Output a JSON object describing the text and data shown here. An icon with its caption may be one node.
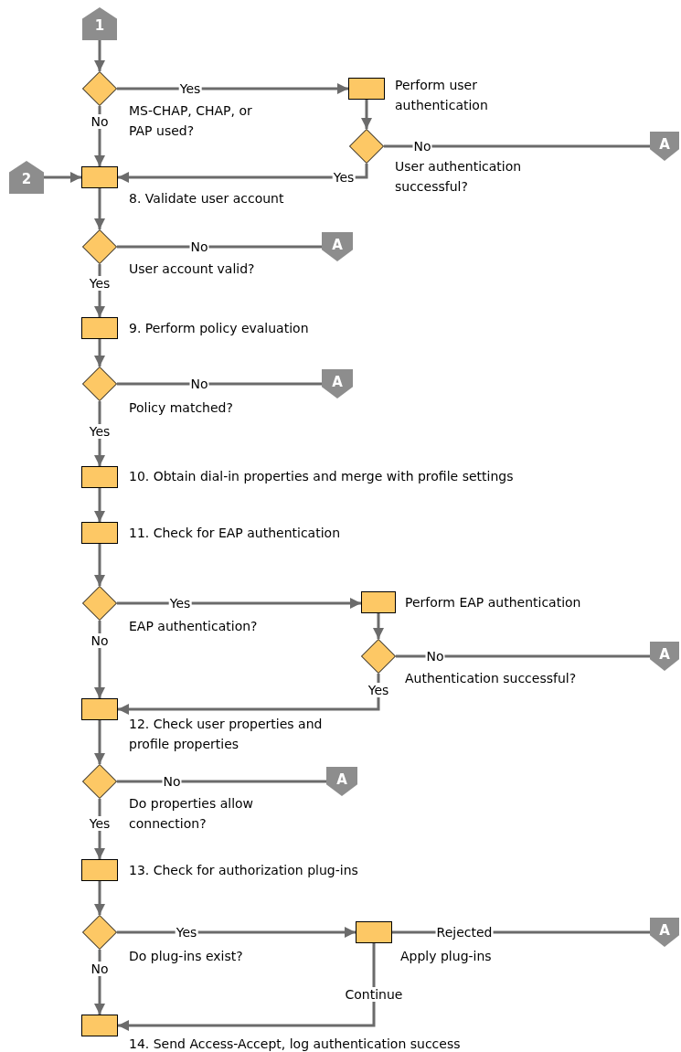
{
  "diagram": {
    "nodes": [
      {
        "text": [
          "1"
        ]
      },
      {
        "text": [
          "MS-CHAP, CHAP, or PAP used?"
        ]
      },
      {
        "text": [
          "Perform user authentication"
        ]
      },
      {
        "text": [
          "User authentication successful?"
        ]
      },
      {
        "text": [
          "A"
        ]
      },
      {
        "text": [
          "2"
        ]
      },
      {
        "text": [
          "8. Validate user account"
        ]
      },
      {
        "text": [
          "User account valid?"
        ]
      },
      {
        "text": [
          "A"
        ]
      },
      {
        "text": [
          "9. Perform policy evaluation"
        ]
      },
      {
        "text": [
          "Policy matched?"
        ]
      },
      {
        "text": [
          "A"
        ]
      },
      {
        "text": [
          "10. Obtain dial-in properties and merge with profile settings"
        ]
      },
      {
        "text": [
          "11. Check for EAP authentication"
        ]
      },
      {
        "text": [
          "EAP authentication?"
        ]
      },
      {
        "text": [
          "Perform EAP authentication"
        ]
      },
      {
        "text": [
          "Authentication successful?"
        ]
      },
      {
        "text": [
          "A"
        ]
      },
      {
        "text": [
          "12. Check user properties and profile properties"
        ]
      },
      {
        "text": [
          "Do properties allow connection?"
        ]
      },
      {
        "text": [
          "A"
        ]
      },
      {
        "text": [
          "13. Check for authorization plug-ins"
        ]
      },
      {
        "text": [
          "Do plug-ins exist?"
        ]
      },
      {
        "text": [
          "Apply plug-ins"
        ]
      },
      {
        "text": [
          "A"
        ]
      },
      {
        "text": [
          "14. Send Access-Accept, log authentication success"
        ]
      }
    ],
    "edges": [
      {
        "from": 0,
        "to": 1,
        "arrow": "to"
      },
      {
        "from": 1,
        "to": 2,
        "arrow": "to",
        "label": "Yes"
      },
      {
        "from": 1,
        "to": 6,
        "arrow": "to",
        "label": "No"
      },
      {
        "from": 2,
        "to": 3,
        "arrow": "to"
      },
      {
        "from": 3,
        "to": 4,
        "arrow": "none",
        "label": "No"
      },
      {
        "from": 3,
        "to": 6,
        "arrow": "to",
        "label": "Yes"
      },
      {
        "from": 5,
        "to": 6,
        "arrow": "to"
      },
      {
        "from": 6,
        "to": 7,
        "arrow": "to"
      },
      {
        "from": 7,
        "to": 8,
        "arrow": "none",
        "label": "No"
      },
      {
        "from": 7,
        "to": 9,
        "arrow": "to",
        "label": "Yes"
      },
      {
        "from": 9,
        "to": 10,
        "arrow": "to"
      },
      {
        "from": 10,
        "to": 11,
        "arrow": "none",
        "label": "No"
      },
      {
        "from": 10,
        "to": 12,
        "arrow": "to",
        "label": "Yes"
      },
      {
        "from": 12,
        "to": 13,
        "arrow": "to"
      },
      {
        "from": 13,
        "to": 14,
        "arrow": "to"
      },
      {
        "from": 14,
        "to": 15,
        "arrow": "to",
        "label": "Yes"
      },
      {
        "from": 14,
        "to": 18,
        "arrow": "to",
        "label": "No"
      },
      {
        "from": 15,
        "to": 16,
        "arrow": "to"
      },
      {
        "from": 16,
        "to": 17,
        "arrow": "none",
        "label": "No"
      },
      {
        "from": 16,
        "to": 18,
        "arrow": "to",
        "label": "Yes"
      },
      {
        "from": 18,
        "to": 19,
        "arrow": "to"
      },
      {
        "from": 19,
        "to": 20,
        "arrow": "none",
        "label": "No"
      },
      {
        "from": 19,
        "to": 21,
        "arrow": "to",
        "label": "Yes"
      },
      {
        "from": 21,
        "to": 22,
        "arrow": "to"
      },
      {
        "from": 22,
        "to": 23,
        "arrow": "to",
        "label": "Yes"
      },
      {
        "from": 22,
        "to": 25,
        "arrow": "to",
        "label": "No"
      },
      {
        "from": 23,
        "to": 24,
        "arrow": "none",
        "label": "Rejected"
      },
      {
        "from": 23,
        "to": 25,
        "arrow": "to",
        "label": "Continue"
      }
    ]
  }
}
